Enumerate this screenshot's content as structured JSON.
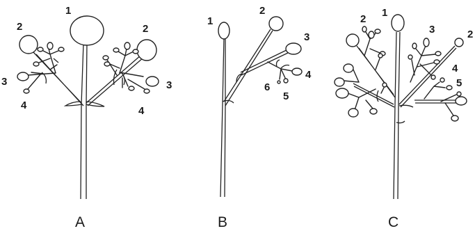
{
  "panels": [
    {
      "caption": "A",
      "labels": [
        "1",
        "2",
        "2",
        "3",
        "3",
        "4",
        "4"
      ]
    },
    {
      "caption": "B",
      "labels": [
        "1",
        "2",
        "3",
        "4",
        "5",
        "6"
      ]
    },
    {
      "caption": "C",
      "labels": [
        "1",
        "2",
        "3",
        "2",
        "4",
        "5"
      ]
    }
  ]
}
